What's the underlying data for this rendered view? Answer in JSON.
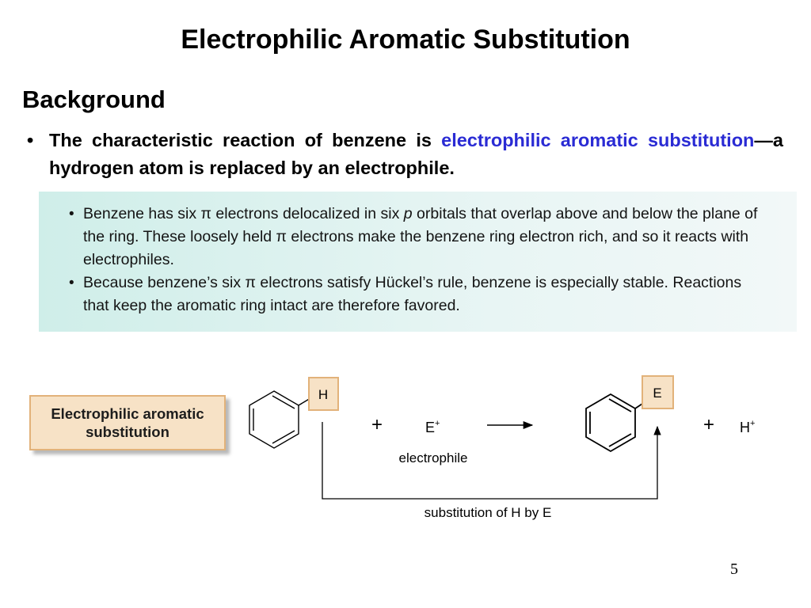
{
  "title": "Electrophilic Aromatic Substitution",
  "section_heading": "Background",
  "main_bullet": {
    "symbol": "•",
    "text_before": "The characteristic reaction of benzene is ",
    "highlight": "electrophilic aromatic substitution",
    "text_after": "—a hydrogen atom is replaced by an electrophile."
  },
  "info_box": {
    "bullet_1": {
      "part_a": "Benzene has six ",
      "pi": "π",
      "part_b": " electrons delocalized in six ",
      "p": "p",
      "part_c": " orbitals that overlap above and below the plane of the ring. These loosely held ",
      "pi_2": "π",
      "part_d": " electrons make the benzene ring electron rich, and so it reacts with electrophiles."
    },
    "bullet_2": {
      "part_a": "Because benzene’s six ",
      "pi": "π",
      "part_b": " electrons satisfy Hückel’s rule, benzene is especially stable. Reactions that keep the aromatic ring intact are therefore favored."
    }
  },
  "label_box": {
    "line1": "Electrophilic aromatic",
    "line2": "substitution"
  },
  "reaction": {
    "reactant_substituent": "H",
    "plus_1": "+",
    "reagent": "E",
    "reagent_charge": "+",
    "reagent_label": "electrophile",
    "product_substituent": "E",
    "plus_2": "+",
    "byproduct": "H",
    "byproduct_charge": "+",
    "bracket_label": "substitution of H by E"
  },
  "page_number": "5",
  "colors": {
    "highlight": "#2a2bd4",
    "box_fill": "#f7e2c6",
    "box_border": "#e2b27a",
    "info_bg": "#d7f0ec"
  }
}
